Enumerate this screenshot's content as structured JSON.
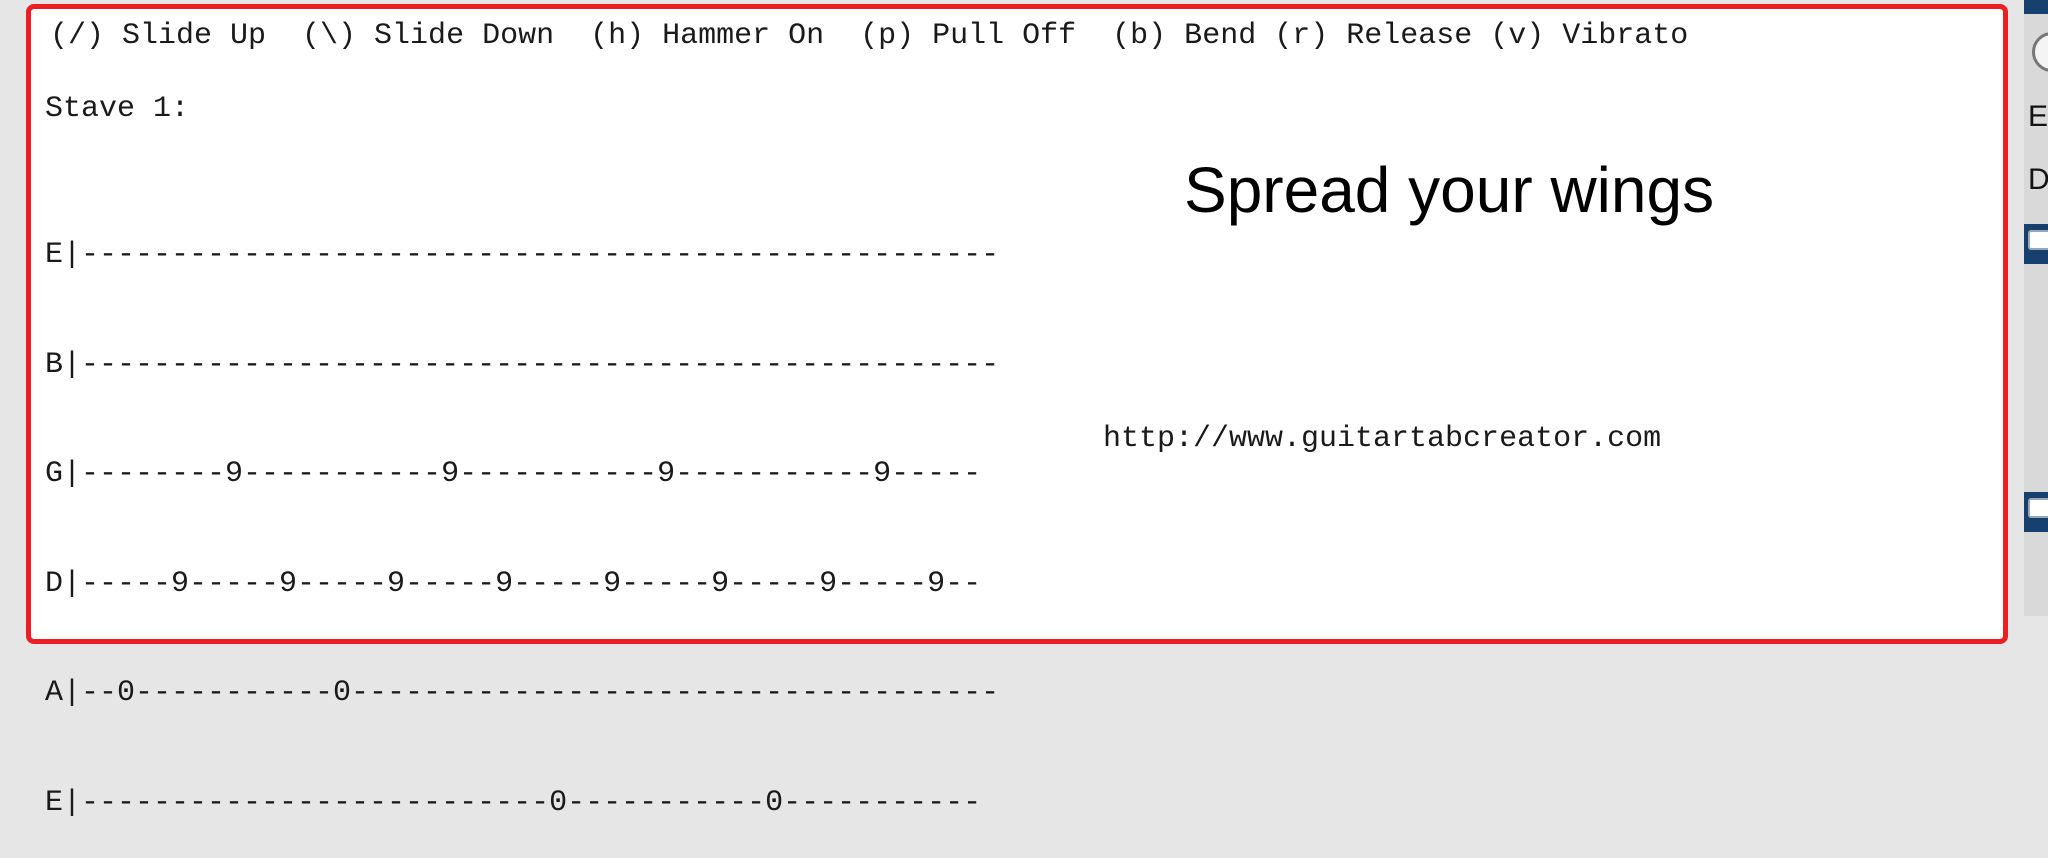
{
  "legend": "(/) Slide Up  (\\) Slide Down  (h) Hammer On  (p) Pull Off  (b) Bend (r) Release (v) Vibrato",
  "stave_label": "Stave 1:",
  "tab_lines": [
    "E|---------------------------------------------------",
    "B|---------------------------------------------------",
    "G|--------9-----------9-----------9-----------9-----",
    "D|-----9-----9-----9-----9-----9-----9-----9-----9--",
    "A|--0-----------0------------------------------------",
    "E|--------------------------0-----------0-----------"
  ],
  "song_title": "Spread your wings",
  "site_url": "http://www.guitartabcreator.com",
  "side_panel": {
    "letters": [
      "E",
      "D"
    ]
  },
  "colors": {
    "panel_border": "#ee1d23",
    "side_accent": "#16406e"
  }
}
